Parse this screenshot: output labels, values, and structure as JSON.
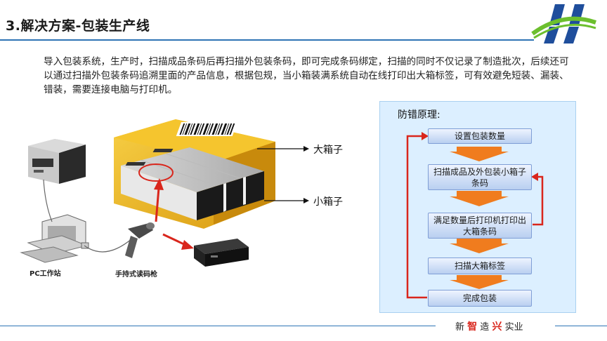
{
  "header": {
    "title": "3.解决方案-包装生产线"
  },
  "intro": {
    "text": "导入包装系统，生产时，扫描成品条码后再扫描外包装条码，即可完成条码绑定，扫描的同时不仅记录了制造批次，后续还可以通过扫描外包装条码追溯里面的产品信息，根据包规，当小箱装满系统自动在线打印出大箱标签，可有效避免短装、漏装、错装，需要连接电脑与打印机。"
  },
  "diagram": {
    "big_box_label": "大箱子",
    "small_box_label": "小箱子",
    "pc_label": "PC工作站",
    "scanner_label": "手持式读码枪"
  },
  "flow": {
    "title": "防错原理:",
    "steps": [
      "设置包装数量",
      "扫描成品及外包装小箱子条码",
      "满足数量后打印机打印出大箱条码",
      "扫描大箱标签",
      "完成包装"
    ]
  },
  "footer": {
    "part1": "新",
    "part2": "智",
    "part3": "造",
    "part4": "兴",
    "part5": "实业"
  },
  "colors": {
    "accent": "#2e74b5",
    "arrow_red": "#d9261c",
    "flow_orange": "#f07c1e",
    "box_gold": "#f2b81c"
  }
}
